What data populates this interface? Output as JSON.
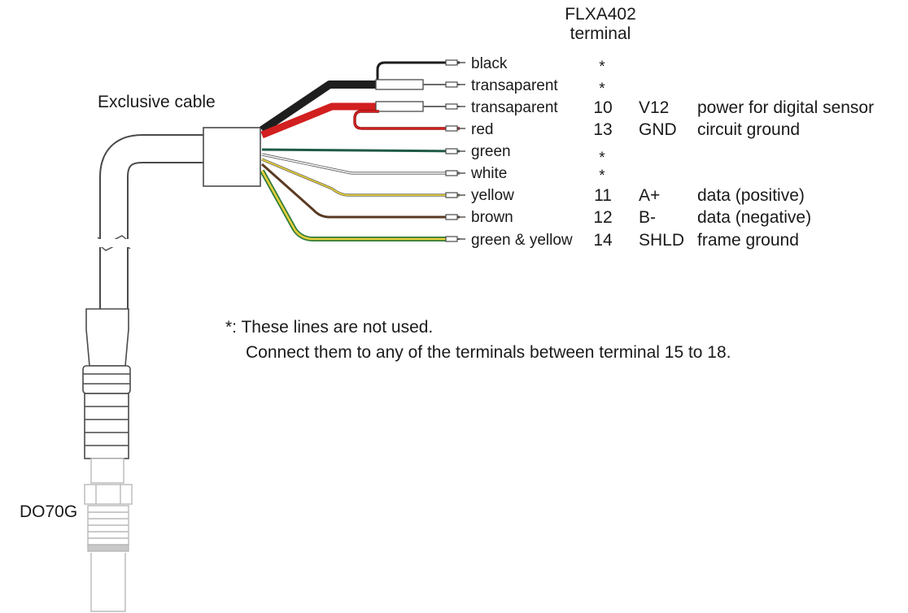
{
  "header": {
    "line1": "FLXA402",
    "line2": "terminal"
  },
  "cable_label": "Exclusive cable",
  "sensor_label": "DO70G",
  "wires": [
    {
      "name": "black",
      "terminal": "*",
      "code": "",
      "desc": "",
      "color": "#1e1e1e",
      "stripe": ""
    },
    {
      "name": "transaparent",
      "terminal": "*",
      "code": "",
      "desc": "",
      "color": "#ffffff",
      "stripe": ""
    },
    {
      "name": "transaparent",
      "terminal": "10",
      "code": "V12",
      "desc": "power for digital sensor",
      "color": "#ffffff",
      "stripe": ""
    },
    {
      "name": "red",
      "terminal": "13",
      "code": "GND",
      "desc": "circuit ground",
      "color": "#d21f1f",
      "stripe": ""
    },
    {
      "name": "green",
      "terminal": "*",
      "code": "",
      "desc": "",
      "color": "#1f5a44",
      "stripe": ""
    },
    {
      "name": "white",
      "terminal": "*",
      "code": "",
      "desc": "",
      "color": "#ffffff",
      "stripe": ""
    },
    {
      "name": "yellow",
      "terminal": "11",
      "code": "A+",
      "desc": "data (positive)",
      "color": "#e6cf3a",
      "stripe": ""
    },
    {
      "name": "brown",
      "terminal": "12",
      "code": "B-",
      "desc": "data (negative)",
      "color": "#5a3a22",
      "stripe": ""
    },
    {
      "name": "green & yellow",
      "terminal": "14",
      "code": "SHLD",
      "desc": "frame ground",
      "color": "#e6cf3a",
      "stripe": "#2f7a3a"
    }
  ],
  "note": {
    "line1": "*: These lines are not used.",
    "line2": "Connect them to any of the terminals between terminal 15 to 18."
  }
}
